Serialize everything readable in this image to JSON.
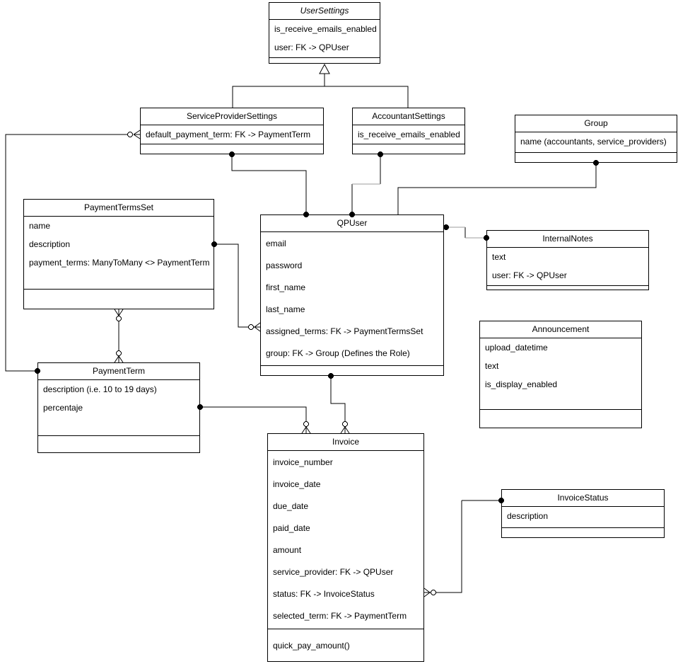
{
  "diagram": {
    "kind": "uml-class-diagram",
    "colors": {
      "line": "#000000",
      "box_fill": "#ffffff",
      "background": "#ffffff"
    },
    "entities": [
      {
        "name": "UserSettings",
        "abstract": true,
        "attributes": [
          "is_receive_emails_enabled",
          "user: FK -> QPUser"
        ],
        "methods": []
      },
      {
        "name": "ServiceProviderSettings",
        "abstract": false,
        "attributes": [
          "default_payment_term: FK -> PaymentTerm"
        ],
        "methods": []
      },
      {
        "name": "AccountantSettings",
        "abstract": false,
        "attributes": [
          "is_receive_emails_enabled"
        ],
        "methods": []
      },
      {
        "name": "Group",
        "abstract": false,
        "attributes": [
          "name (accountants, service_providers)"
        ],
        "methods": []
      },
      {
        "name": "PaymentTermsSet",
        "abstract": false,
        "attributes": [
          "name",
          "description",
          "payment_terms: ManyToMany <> PaymentTerm"
        ],
        "methods": []
      },
      {
        "name": "QPUser",
        "abstract": false,
        "attributes": [
          "email",
          "password",
          "first_name",
          "last_name",
          "assigned_terms: FK -> PaymentTermsSet",
          "group: FK -> Group (Defines the Role)"
        ],
        "methods": []
      },
      {
        "name": "InternalNotes",
        "abstract": false,
        "attributes": [
          "text",
          "user: FK -> QPUser"
        ],
        "methods": []
      },
      {
        "name": "Announcement",
        "abstract": false,
        "attributes": [
          "upload_datetime",
          "text",
          "is_display_enabled"
        ],
        "methods": []
      },
      {
        "name": "PaymentTerm",
        "abstract": false,
        "attributes": [
          "description (i.e. 10 to 19 days)",
          "percentaje"
        ],
        "methods": []
      },
      {
        "name": "Invoice",
        "abstract": false,
        "attributes": [
          "invoice_number",
          "invoice_date",
          "due_date",
          "paid_date",
          "amount",
          "service_provider: FK -> QPUser",
          "status: FK -> InvoiceStatus",
          "selected_term: FK -> PaymentTerm"
        ],
        "methods": [
          "quick_pay_amount()"
        ]
      },
      {
        "name": "InvoiceStatus",
        "abstract": false,
        "attributes": [
          "description"
        ],
        "methods": []
      }
    ],
    "relationships": [
      {
        "from": "ServiceProviderSettings",
        "to": "UserSettings",
        "type": "inheritance"
      },
      {
        "from": "AccountantSettings",
        "to": "UserSettings",
        "type": "inheritance"
      },
      {
        "from": "ServiceProviderSettings",
        "to": "PaymentTerm",
        "type": "zero-or-many",
        "via": "default_payment_term"
      },
      {
        "from": "ServiceProviderSettings",
        "to": "QPUser",
        "type": "association"
      },
      {
        "from": "AccountantSettings",
        "to": "QPUser",
        "type": "association"
      },
      {
        "from": "Group",
        "to": "QPUser",
        "type": "association"
      },
      {
        "from": "PaymentTermsSet",
        "to": "QPUser",
        "type": "zero-or-many",
        "via": "assigned_terms"
      },
      {
        "from": "QPUser",
        "to": "InternalNotes",
        "type": "association"
      },
      {
        "from": "PaymentTermsSet",
        "to": "PaymentTerm",
        "type": "many-to-many",
        "via": "payment_terms"
      },
      {
        "from": "QPUser",
        "to": "Invoice",
        "type": "zero-or-many",
        "via": "service_provider"
      },
      {
        "from": "PaymentTerm",
        "to": "Invoice",
        "type": "zero-or-many",
        "via": "selected_term"
      },
      {
        "from": "Invoice",
        "to": "InvoiceStatus",
        "type": "zero-or-many",
        "via": "status"
      }
    ]
  }
}
